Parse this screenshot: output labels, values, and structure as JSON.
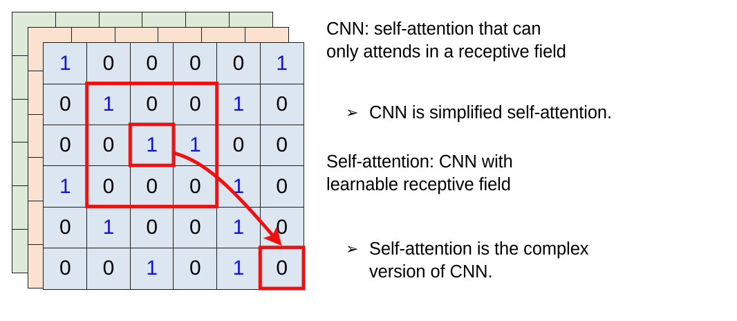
{
  "matrix": {
    "rows": 6,
    "cols": 6,
    "values": [
      [
        1,
        0,
        0,
        0,
        0,
        1
      ],
      [
        0,
        1,
        0,
        0,
        1,
        0
      ],
      [
        0,
        0,
        1,
        1,
        0,
        0
      ],
      [
        1,
        0,
        0,
        0,
        1,
        0
      ],
      [
        0,
        1,
        0,
        0,
        1,
        0
      ],
      [
        0,
        0,
        1,
        0,
        1,
        0
      ]
    ],
    "layers": [
      {
        "name": "back-layer",
        "color": "#dfebd9"
      },
      {
        "name": "middle-layer",
        "color": "#fbe1d0"
      },
      {
        "name": "front-layer",
        "color": "#dce6f1"
      }
    ],
    "digit_colors": {
      "one": "#0f0fe8",
      "zero": "#000000"
    },
    "annotations": {
      "color": "#ee1111",
      "receptive_field_box": {
        "row_start": 2,
        "row_end": 4,
        "col_start": 2,
        "col_end": 4
      },
      "center_box": {
        "row": 3,
        "col": 3
      },
      "target_box": {
        "row": 6,
        "col": 6
      },
      "arrow": {
        "from_row": 3,
        "from_col": 3,
        "to_row": 6,
        "to_col": 6
      }
    }
  },
  "text": {
    "cnn_paragraph": "CNN: self-attention that can\nonly attends in a receptive field",
    "cnn_bullet": "CNN is simplified self-attention.",
    "selfattention_paragraph": "Self-attention: CNN with\nlearnable receptive field",
    "selfattention_bullet": "Self-attention is the complex\nversion of CNN.",
    "bullet_glyph": "➢"
  }
}
